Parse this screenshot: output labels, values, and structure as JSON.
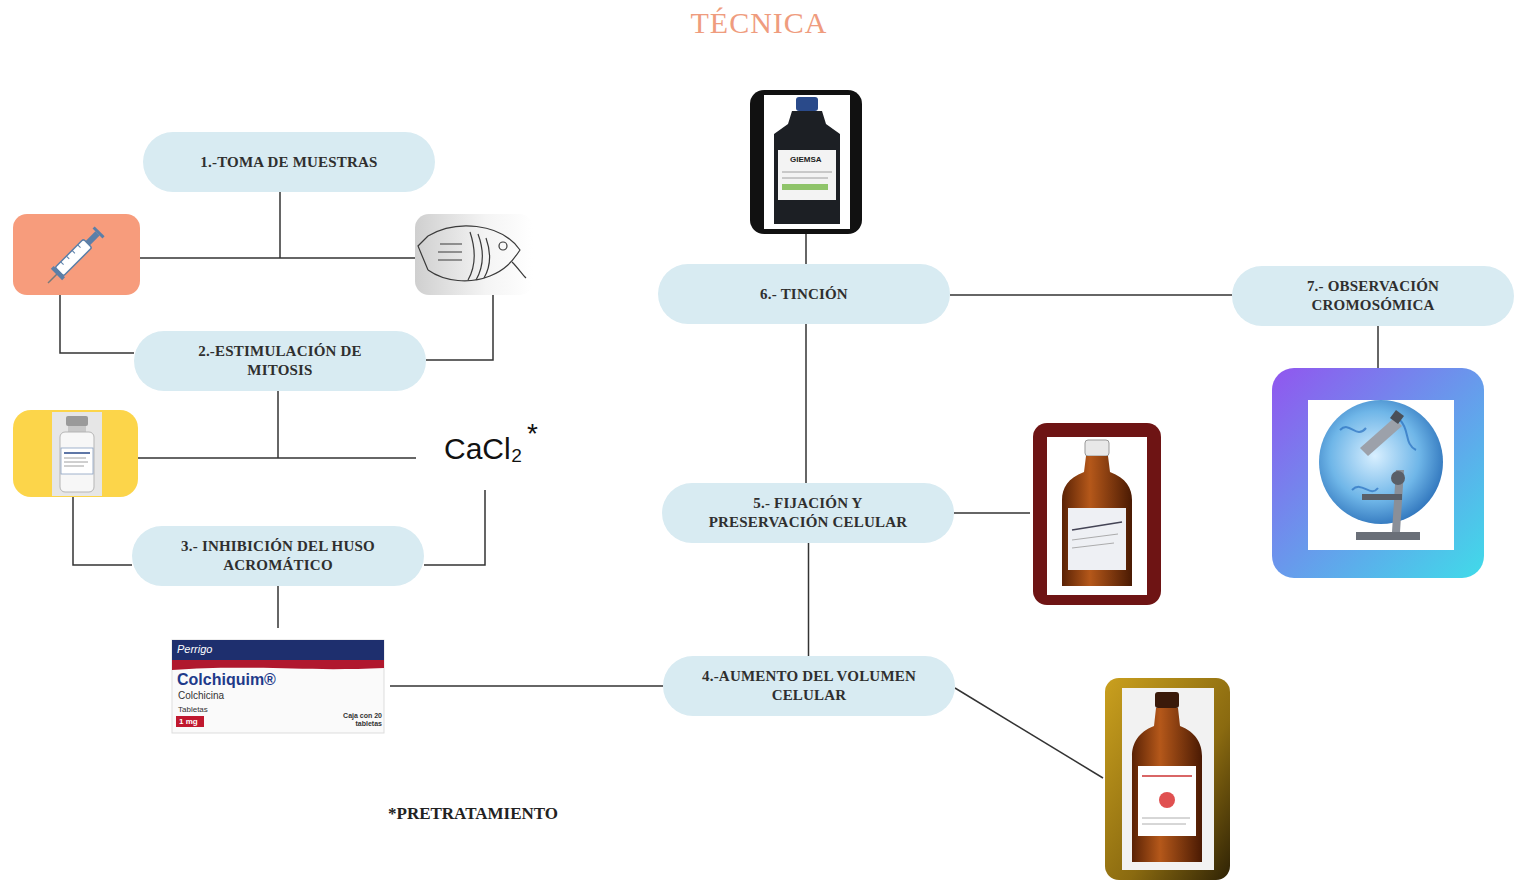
{
  "diagram": {
    "title": "TÉCNICA",
    "nodes": [
      {
        "text": [
          "1.-TOMA DE MUESTRAS"
        ]
      },
      {
        "text": [
          "2.-ESTIMULACIÓN DE MITOSIS"
        ]
      },
      {
        "text": [
          "3.- INHIBICIÓN DEL HUSO ACROMÁTICO"
        ]
      },
      {
        "text": [
          "4.-AUMENTO DEL VOLUMEN CELULAR"
        ]
      },
      {
        "text": [
          "5.- FIJACIÓN Y PRESERVACIÓN CELULAR"
        ]
      },
      {
        "text": [
          "6.- TINCIÓN"
        ]
      },
      {
        "text": [
          "7.- OBSERVACIÓN CROMOSÓMICA"
        ]
      }
    ],
    "edges": [
      {
        "from": 3,
        "to": 4,
        "arrow": "none"
      },
      {
        "from": 4,
        "to": 5,
        "arrow": "none"
      },
      {
        "from": 5,
        "to": 6,
        "arrow": "none"
      }
    ],
    "labels": [
      "CaCl₂",
      "*",
      "*PRETRATAMIENTO",
      "Perrigo",
      "Colchiquim®",
      "Colchicina",
      "Tabletas",
      "1 mg",
      "Caja con 20 tabletas",
      "GIEMSA"
    ]
  }
}
